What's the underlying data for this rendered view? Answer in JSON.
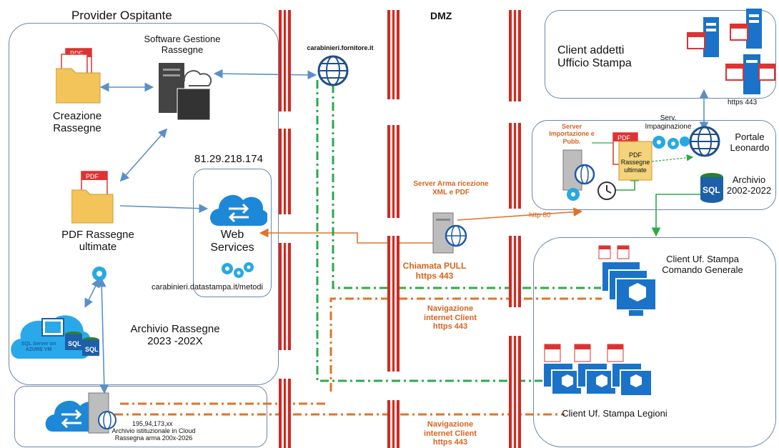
{
  "labels": {
    "provider_title": "Provider Ospitante",
    "software_gestione": "Software Gestione\nRassegne",
    "creazione": "Creazione\nRassegne",
    "pdf_ultimate": "PDF Rassegne\nultimate",
    "ip_ws": "81.29.218.174",
    "web_services": "Web\nServices",
    "ws_url": "carabinieri.datastampa.it/metodi",
    "archivio_rassegne": "Archivio Rassegne\n2023 -202X",
    "sql_azure": "SQL Server on\nAZURE VM",
    "sql": "SQL",
    "cloud_ip": "195,94,173,xx",
    "cloud_archive": "Archivio istituzionale in Cloud\nRassegna arma 200x-2026",
    "fornitore_url": "carabinieri.fornitore.it",
    "dmz": "DMZ",
    "server_arma": "Server Arma ricezione\nXML e PDF",
    "chiamata_pull": "Chiamata PULL\nhttps 443",
    "navigazione_1": "Navigazione\ninternet Client\nhttps 443",
    "navigazione_2": "Navigazione\ninternet Client\nhttps 443",
    "http80": "http 80",
    "client_addetti": "Client addetti\nUfficio Stampa",
    "https443": "https 443",
    "server_import": "Server\nImportazione e\nPubb.",
    "serv_impag": "Serv.\nImpaginazione",
    "pdf_rassegne_ultimate_small": "PDF\nRassegne\nultimate",
    "portale": "Portale\nLeonardo",
    "archivio_2002": "Archivio\n2002-2022",
    "client_comando": "Client Uf. Stampa\nComando Generale",
    "client_legioni": "Client Uf. Stampa Legioni",
    "pdf": "PDF"
  },
  "colors": {
    "firewall": "#cf2a22",
    "orange_line": "#e0732a",
    "green_line": "#2ea84a",
    "blue_arrow": "#5b8fc9",
    "cloud_blue": "#1e88d8",
    "monitor_blue": "#1a73c8"
  }
}
